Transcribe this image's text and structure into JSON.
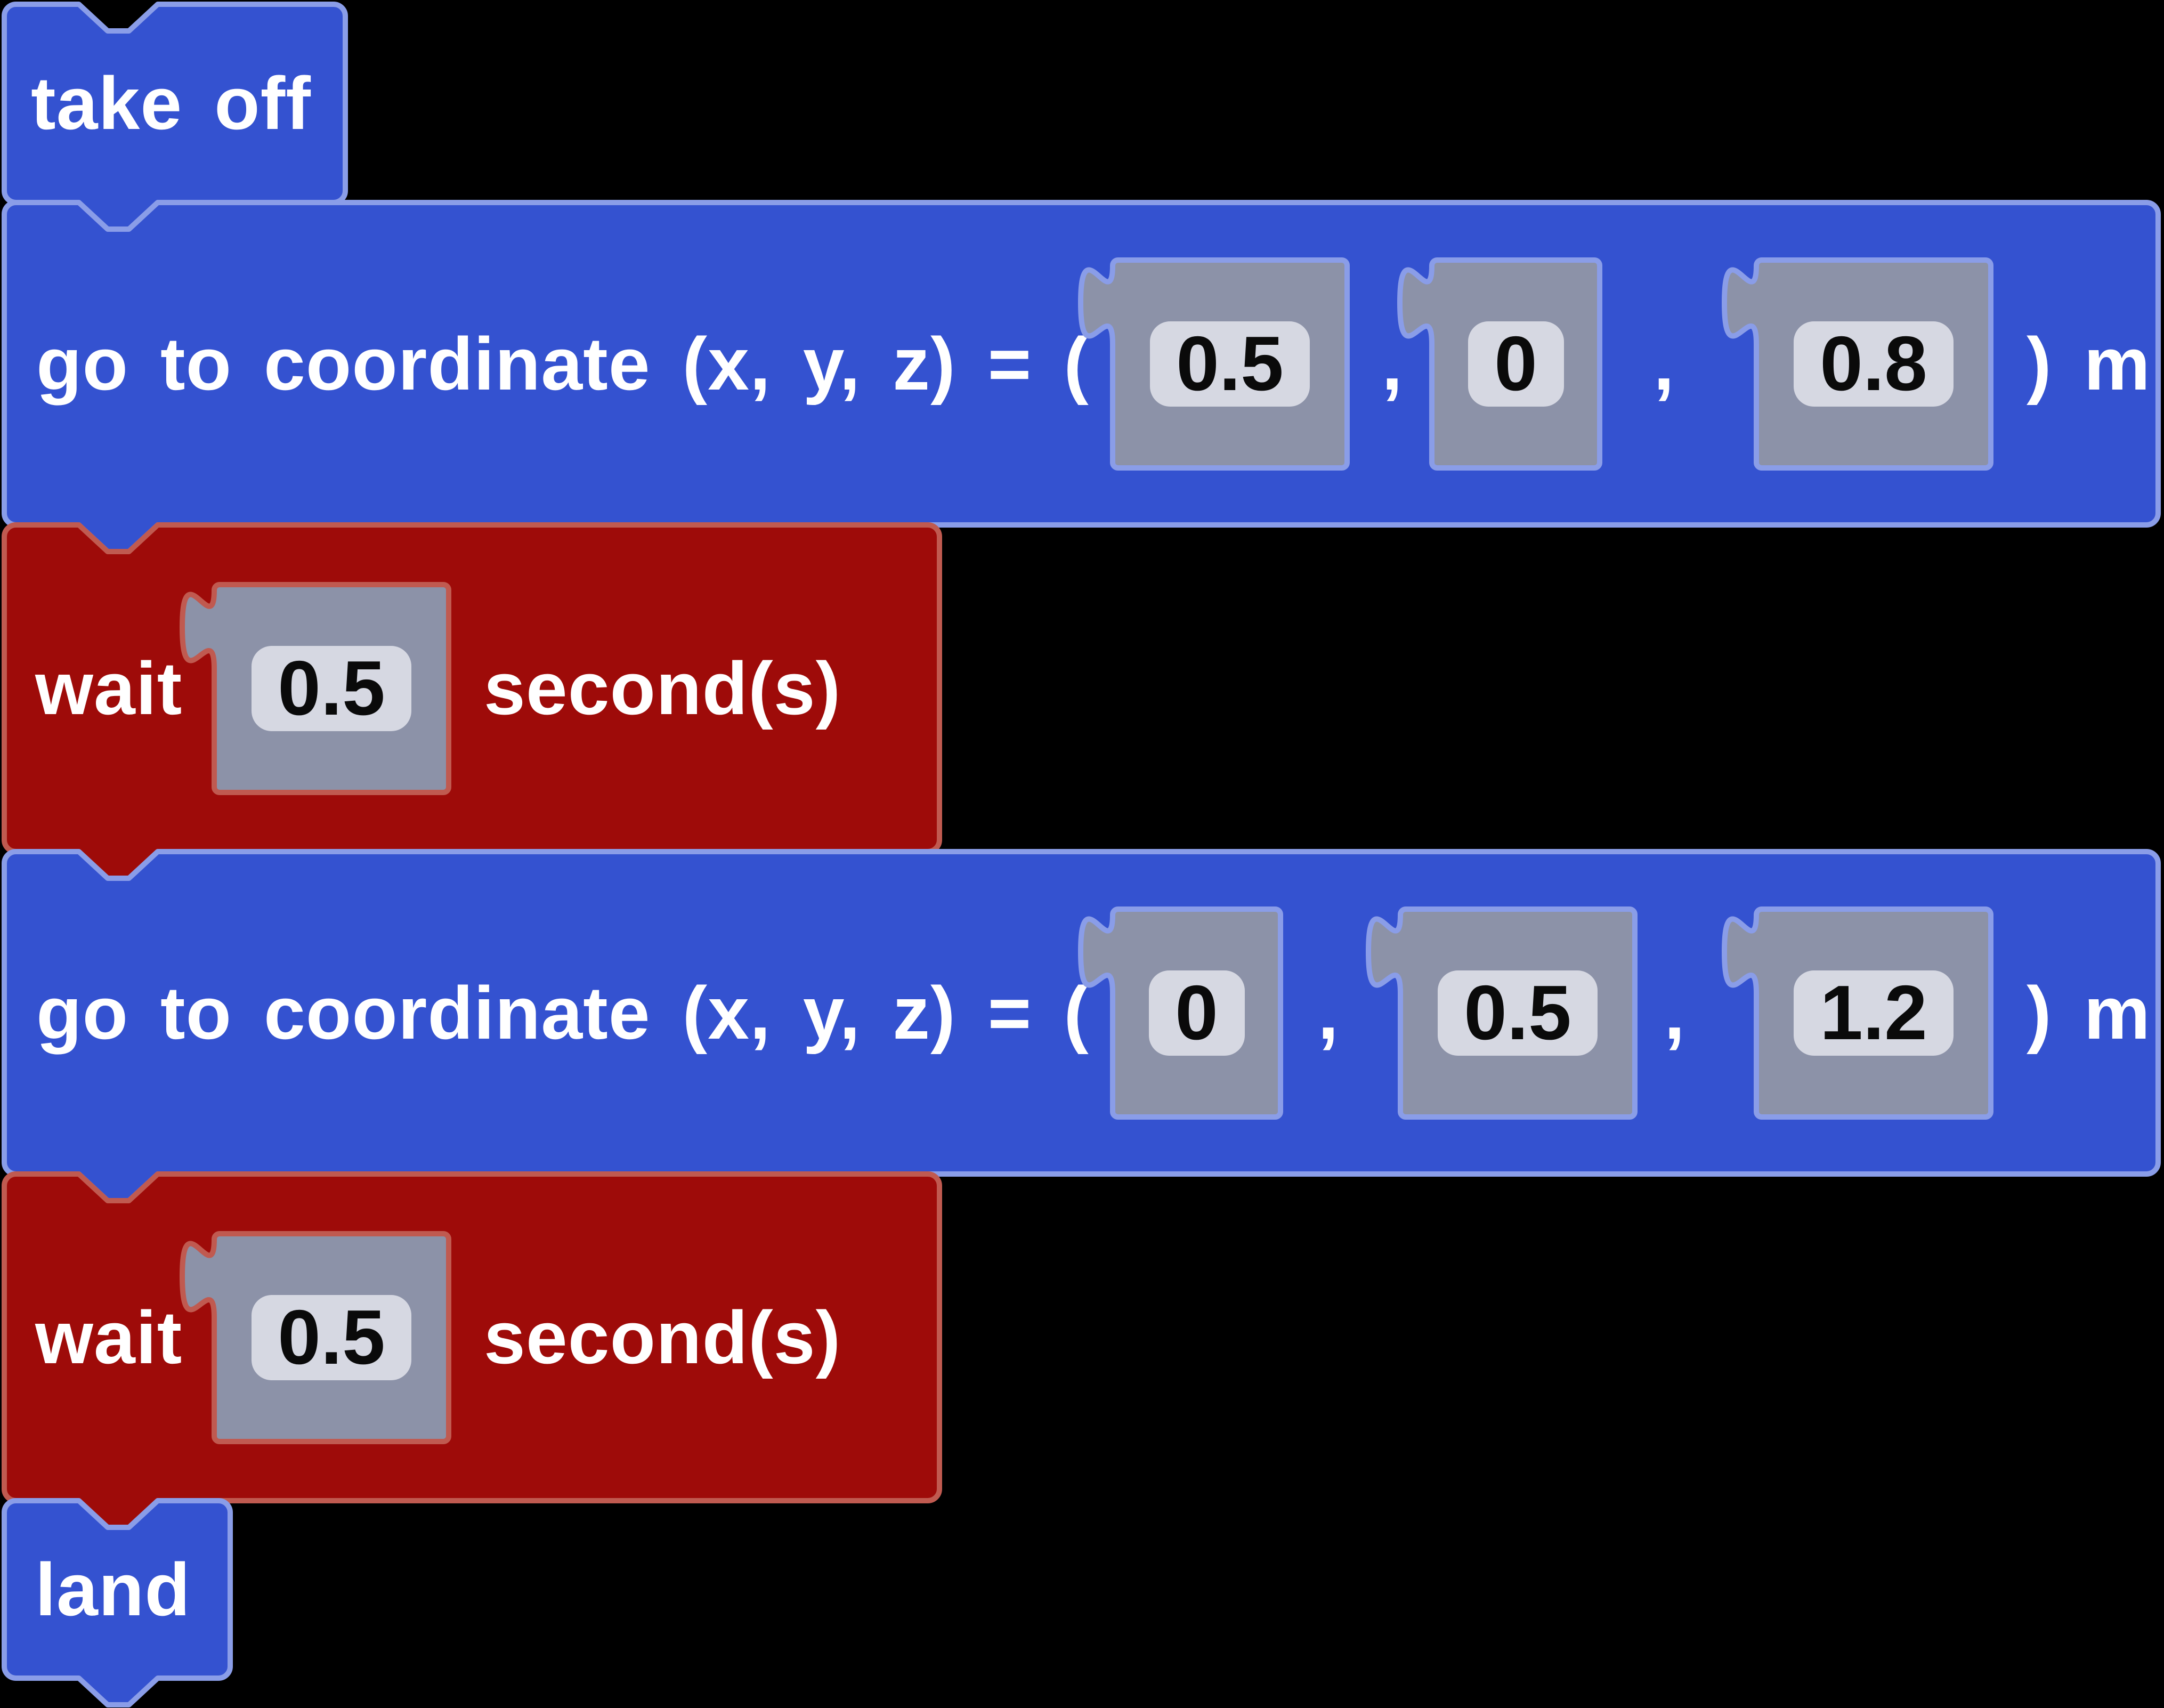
{
  "palette": {
    "background": "#000000",
    "blue_block": "#3452d0",
    "blue_highlight": "#8a9de8",
    "red_block": "#9e0b09",
    "red_highlight": "#c05a50",
    "reporter_fill": "#8c92a8",
    "field_fill": "#d6d8e2",
    "label_text": "#ffffff",
    "value_text": "#0a0a0a"
  },
  "blocks": {
    "take_off": {
      "label": "take off"
    },
    "goto_1": {
      "prefix": "go to coordinate (x, y, z) = (",
      "comma": ",",
      "x": "0.5",
      "y": "0",
      "z": "0.8",
      "suffix": ") m"
    },
    "wait_1": {
      "prefix": "wait",
      "seconds": "0.5",
      "suffix": "second(s)"
    },
    "goto_2": {
      "prefix": "go to coordinate (x, y, z) = (",
      "comma": ",",
      "x": "0",
      "y": "0.5",
      "z": "1.2",
      "suffix": ") m"
    },
    "wait_2": {
      "prefix": "wait",
      "seconds": "0.5",
      "suffix": "second(s)"
    },
    "land": {
      "label": "land"
    }
  }
}
